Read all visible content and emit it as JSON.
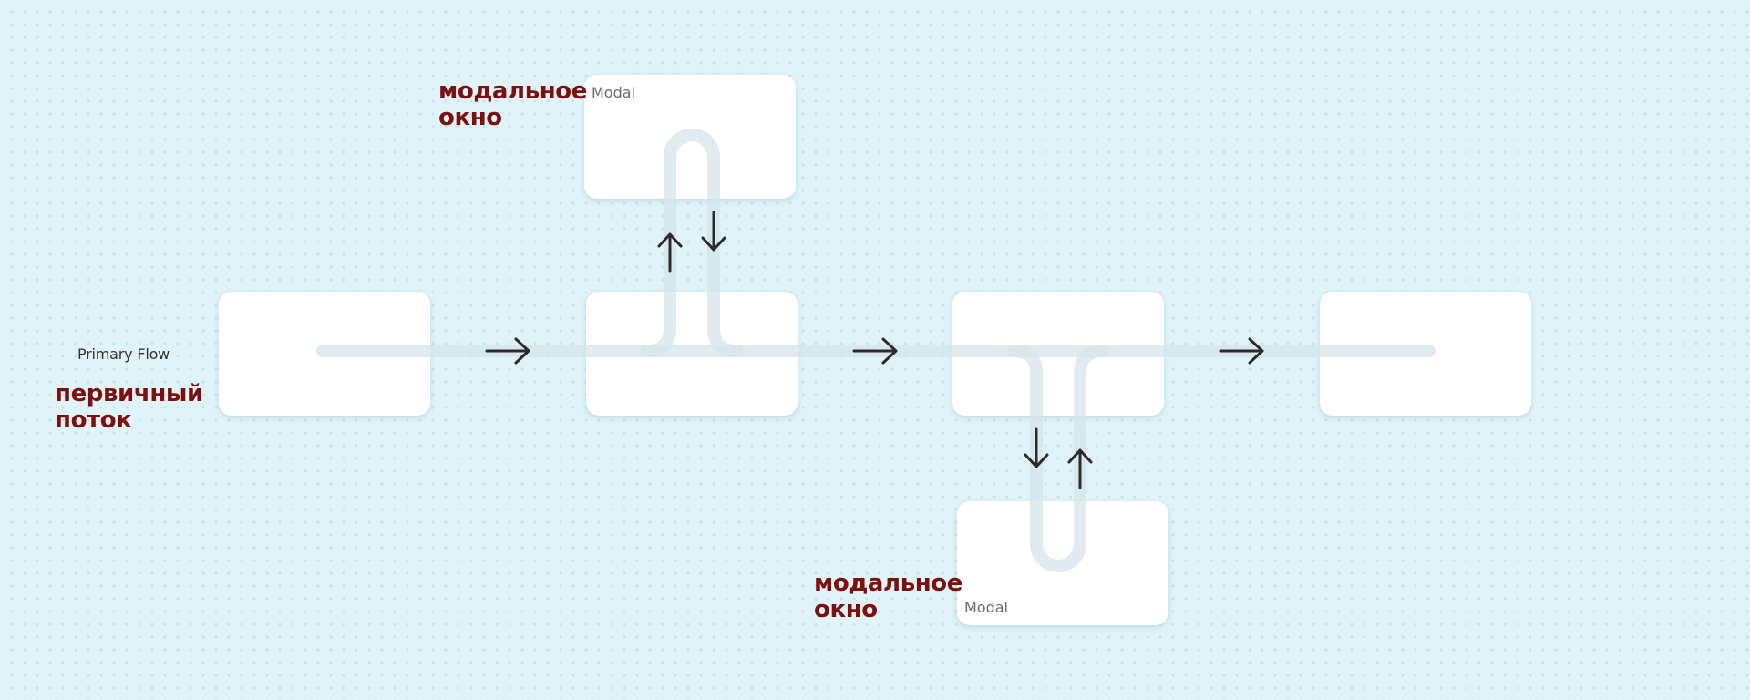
{
  "colors": {
    "background": "#dff3f8",
    "dot_grid": "#c3e2ea",
    "card": "#ffffff",
    "connector": "#d6e6ea",
    "arrow": "#2b2b2b",
    "annotation": "#7d0f0f"
  },
  "primary_flow": {
    "label": "Primary Flow",
    "annotation_line1": "первичный",
    "annotation_line2": "поток"
  },
  "modal_top": {
    "caption": "Modal",
    "annotation_line1": "модальное",
    "annotation_line2": "окно"
  },
  "modal_bottom": {
    "caption": "Modal",
    "annotation_line1": "модальное",
    "annotation_line2": "окно"
  },
  "arrows": [
    {
      "name": "right-arrow-icon",
      "direction": "right"
    },
    {
      "name": "right-arrow-icon",
      "direction": "right"
    },
    {
      "name": "right-arrow-icon",
      "direction": "right"
    },
    {
      "name": "up-arrow-icon",
      "direction": "up"
    },
    {
      "name": "down-arrow-icon",
      "direction": "down"
    },
    {
      "name": "down-arrow-icon",
      "direction": "down"
    },
    {
      "name": "up-arrow-icon",
      "direction": "up"
    }
  ]
}
